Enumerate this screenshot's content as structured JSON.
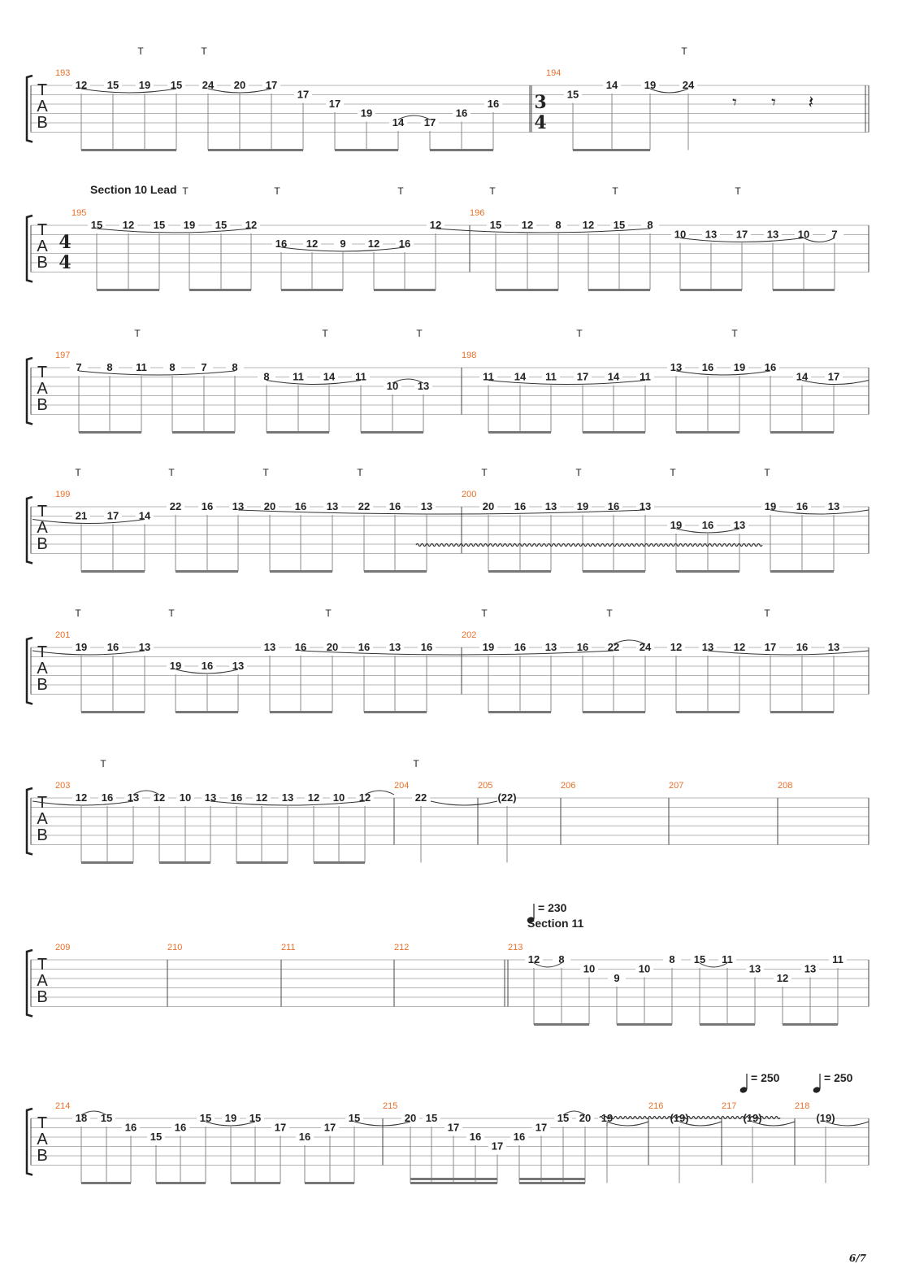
{
  "page_number": "6/7",
  "tab_clef": [
    "T",
    "A",
    "B"
  ],
  "tap_mark": "T",
  "systems": [
    {
      "labels": [],
      "tempo": [],
      "measures": [
        {
          "number": "193",
          "notes": [
            {
              "fret": "12",
              "line": 0
            },
            {
              "fret": "15",
              "line": 0
            },
            {
              "fret": "19",
              "line": 0
            },
            {
              "fret": "15",
              "line": 0
            },
            {
              "fret": "24",
              "line": 0
            },
            {
              "fret": "20",
              "line": 0
            },
            {
              "fret": "17",
              "line": 0
            },
            {
              "fret": "17",
              "line": 1
            },
            {
              "fret": "17",
              "line": 2
            },
            {
              "fret": "19",
              "line": 3
            },
            {
              "fret": "14",
              "line": 4
            },
            {
              "fret": "17",
              "line": 4
            },
            {
              "fret": "16",
              "line": 3
            },
            {
              "fret": "16",
              "line": 2
            }
          ]
        },
        {
          "number": "194",
          "time_signature": [
            "3",
            "4"
          ],
          "notes": [
            {
              "fret": "15",
              "line": 1
            },
            {
              "fret": "14",
              "line": 0
            },
            {
              "fret": "19",
              "line": 0
            },
            {
              "fret": "24",
              "line": 0
            }
          ]
        }
      ]
    },
    {
      "labels": [
        "Section 10 Lead"
      ],
      "tempo": [],
      "measures": [
        {
          "number": "195",
          "time_signature": [
            "4",
            "4"
          ],
          "notes": [
            {
              "fret": "15",
              "line": 0
            },
            {
              "fret": "12",
              "line": 0
            },
            {
              "fret": "15",
              "line": 0
            },
            {
              "fret": "19",
              "line": 0
            },
            {
              "fret": "15",
              "line": 0
            },
            {
              "fret": "12",
              "line": 0
            },
            {
              "fret": "16",
              "line": 2
            },
            {
              "fret": "12",
              "line": 2
            },
            {
              "fret": "9",
              "line": 2
            },
            {
              "fret": "12",
              "line": 2
            },
            {
              "fret": "16",
              "line": 2
            },
            {
              "fret": "12",
              "line": 0
            }
          ]
        },
        {
          "number": "196",
          "notes": [
            {
              "fret": "15",
              "line": 0
            },
            {
              "fret": "12",
              "line": 0
            },
            {
              "fret": "8",
              "line": 0
            },
            {
              "fret": "12",
              "line": 0
            },
            {
              "fret": "15",
              "line": 0
            },
            {
              "fret": "8",
              "line": 0
            },
            {
              "fret": "10",
              "line": 1
            },
            {
              "fret": "13",
              "line": 1
            },
            {
              "fret": "17",
              "line": 1
            },
            {
              "fret": "13",
              "line": 1
            },
            {
              "fret": "10",
              "line": 1
            },
            {
              "fret": "7",
              "line": 1
            }
          ]
        }
      ]
    },
    {
      "labels": [],
      "tempo": [],
      "measures": [
        {
          "number": "197",
          "notes": [
            {
              "fret": "7",
              "line": 0
            },
            {
              "fret": "8",
              "line": 0
            },
            {
              "fret": "11",
              "line": 0
            },
            {
              "fret": "8",
              "line": 0
            },
            {
              "fret": "7",
              "line": 0
            },
            {
              "fret": "8",
              "line": 0
            },
            {
              "fret": "8",
              "line": 1
            },
            {
              "fret": "11",
              "line": 1
            },
            {
              "fret": "14",
              "line": 1
            },
            {
              "fret": "11",
              "line": 1
            },
            {
              "fret": "10",
              "line": 2
            },
            {
              "fret": "13",
              "line": 2
            }
          ]
        },
        {
          "number": "198",
          "notes": [
            {
              "fret": "11",
              "line": 1
            },
            {
              "fret": "14",
              "line": 1
            },
            {
              "fret": "11",
              "line": 1
            },
            {
              "fret": "17",
              "line": 1
            },
            {
              "fret": "14",
              "line": 1
            },
            {
              "fret": "11",
              "line": 1
            },
            {
              "fret": "13",
              "line": 0
            },
            {
              "fret": "16",
              "line": 0
            },
            {
              "fret": "19",
              "line": 0
            },
            {
              "fret": "16",
              "line": 0
            },
            {
              "fret": "14",
              "line": 1
            },
            {
              "fret": "17",
              "line": 1
            }
          ]
        }
      ]
    },
    {
      "labels": [],
      "tempo": [],
      "measures": [
        {
          "number": "199",
          "notes": [
            {
              "fret": "21",
              "line": 1
            },
            {
              "fret": "17",
              "line": 1
            },
            {
              "fret": "14",
              "line": 1
            },
            {
              "fret": "22",
              "line": 0
            },
            {
              "fret": "16",
              "line": 0
            },
            {
              "fret": "13",
              "line": 0
            },
            {
              "fret": "20",
              "line": 0
            },
            {
              "fret": "16",
              "line": 0
            },
            {
              "fret": "13",
              "line": 0
            },
            {
              "fret": "22",
              "line": 0
            },
            {
              "fret": "16",
              "line": 0
            },
            {
              "fret": "13",
              "line": 0
            }
          ]
        },
        {
          "number": "200",
          "notes": [
            {
              "fret": "20",
              "line": 0
            },
            {
              "fret": "16",
              "line": 0
            },
            {
              "fret": "13",
              "line": 0
            },
            {
              "fret": "19",
              "line": 0
            },
            {
              "fret": "16",
              "line": 0
            },
            {
              "fret": "13",
              "line": 0
            },
            {
              "fret": "19",
              "line": 2
            },
            {
              "fret": "16",
              "line": 2
            },
            {
              "fret": "13",
              "line": 2
            },
            {
              "fret": "19",
              "line": 0
            },
            {
              "fret": "16",
              "line": 0
            },
            {
              "fret": "13",
              "line": 0
            }
          ]
        }
      ]
    },
    {
      "labels": [],
      "tempo": [],
      "measures": [
        {
          "number": "201",
          "notes": [
            {
              "fret": "19",
              "line": 0
            },
            {
              "fret": "16",
              "line": 0
            },
            {
              "fret": "13",
              "line": 0
            },
            {
              "fret": "19",
              "line": 2
            },
            {
              "fret": "16",
              "line": 2
            },
            {
              "fret": "13",
              "line": 2
            },
            {
              "fret": "13",
              "line": 0
            },
            {
              "fret": "16",
              "line": 0
            },
            {
              "fret": "20",
              "line": 0
            },
            {
              "fret": "16",
              "line": 0
            },
            {
              "fret": "13",
              "line": 0
            },
            {
              "fret": "16",
              "line": 0
            }
          ]
        },
        {
          "number": "202",
          "notes": [
            {
              "fret": "19",
              "line": 0
            },
            {
              "fret": "16",
              "line": 0
            },
            {
              "fret": "13",
              "line": 0
            },
            {
              "fret": "16",
              "line": 0
            },
            {
              "fret": "22",
              "line": 0
            },
            {
              "fret": "24",
              "line": 0
            },
            {
              "fret": "12",
              "line": 0
            },
            {
              "fret": "13",
              "line": 0
            },
            {
              "fret": "12",
              "line": 0
            },
            {
              "fret": "17",
              "line": 0
            },
            {
              "fret": "16",
              "line": 0
            },
            {
              "fret": "13",
              "line": 0
            }
          ]
        }
      ]
    },
    {
      "labels": [],
      "tempo": [],
      "measures": [
        {
          "number": "203",
          "notes": [
            {
              "fret": "12",
              "line": 0
            },
            {
              "fret": "16",
              "line": 0
            },
            {
              "fret": "13",
              "line": 0
            },
            {
              "fret": "12",
              "line": 0
            },
            {
              "fret": "10",
              "line": 0
            },
            {
              "fret": "13",
              "line": 0
            },
            {
              "fret": "16",
              "line": 0
            },
            {
              "fret": "12",
              "line": 0
            },
            {
              "fret": "13",
              "line": 0
            },
            {
              "fret": "12",
              "line": 0
            },
            {
              "fret": "10",
              "line": 0
            },
            {
              "fret": "12",
              "line": 0
            }
          ]
        },
        {
          "number": "204",
          "notes": [
            {
              "fret": "22",
              "line": 0
            }
          ]
        },
        {
          "number": "205",
          "notes": [
            {
              "fret": "(22)",
              "line": 0
            }
          ]
        },
        {
          "number": "206",
          "notes": []
        },
        {
          "number": "207",
          "notes": []
        },
        {
          "number": "208",
          "notes": []
        }
      ]
    },
    {
      "labels": [
        "Section 11"
      ],
      "tempo": [
        "= 230"
      ],
      "measures": [
        {
          "number": "209",
          "notes": []
        },
        {
          "number": "210",
          "notes": []
        },
        {
          "number": "211",
          "notes": []
        },
        {
          "number": "212",
          "notes": []
        },
        {
          "number": "213",
          "notes": [
            {
              "fret": "12",
              "line": 0
            },
            {
              "fret": "8",
              "line": 0
            },
            {
              "fret": "10",
              "line": 1
            },
            {
              "fret": "9",
              "line": 2
            },
            {
              "fret": "10",
              "line": 1
            },
            {
              "fret": "8",
              "line": 0
            },
            {
              "fret": "15",
              "line": 0
            },
            {
              "fret": "11",
              "line": 0
            },
            {
              "fret": "13",
              "line": 1
            },
            {
              "fret": "12",
              "line": 2
            },
            {
              "fret": "13",
              "line": 1
            },
            {
              "fret": "11",
              "line": 0
            }
          ]
        }
      ]
    },
    {
      "labels": [],
      "tempo": [
        "= 250",
        "= 250"
      ],
      "measures": [
        {
          "number": "214",
          "notes": [
            {
              "fret": "18",
              "line": 0
            },
            {
              "fret": "15",
              "line": 0
            },
            {
              "fret": "16",
              "line": 1
            },
            {
              "fret": "15",
              "line": 2
            },
            {
              "fret": "16",
              "line": 1
            },
            {
              "fret": "15",
              "line": 0
            },
            {
              "fret": "19",
              "line": 0
            },
            {
              "fret": "15",
              "line": 0
            },
            {
              "fret": "17",
              "line": 1
            },
            {
              "fret": "16",
              "line": 2
            },
            {
              "fret": "17",
              "line": 1
            },
            {
              "fret": "15",
              "line": 0
            }
          ]
        },
        {
          "number": "215",
          "notes": [
            {
              "fret": "20",
              "line": 0
            },
            {
              "fret": "15",
              "line": 0
            },
            {
              "fret": "17",
              "line": 1
            },
            {
              "fret": "16",
              "line": 2
            },
            {
              "fret": "17",
              "line": 3
            },
            {
              "fret": "16",
              "line": 2
            },
            {
              "fret": "17",
              "line": 1
            },
            {
              "fret": "15",
              "line": 0
            },
            {
              "fret": "20",
              "line": 0
            },
            {
              "fret": "19",
              "line": 0
            }
          ]
        },
        {
          "number": "216",
          "notes": [
            {
              "fret": "(19)",
              "line": 0
            }
          ]
        },
        {
          "number": "217",
          "notes": [
            {
              "fret": "(19)",
              "line": 0
            }
          ]
        },
        {
          "number": "218",
          "notes": [
            {
              "fret": "(19)",
              "line": 0
            }
          ]
        }
      ]
    }
  ]
}
